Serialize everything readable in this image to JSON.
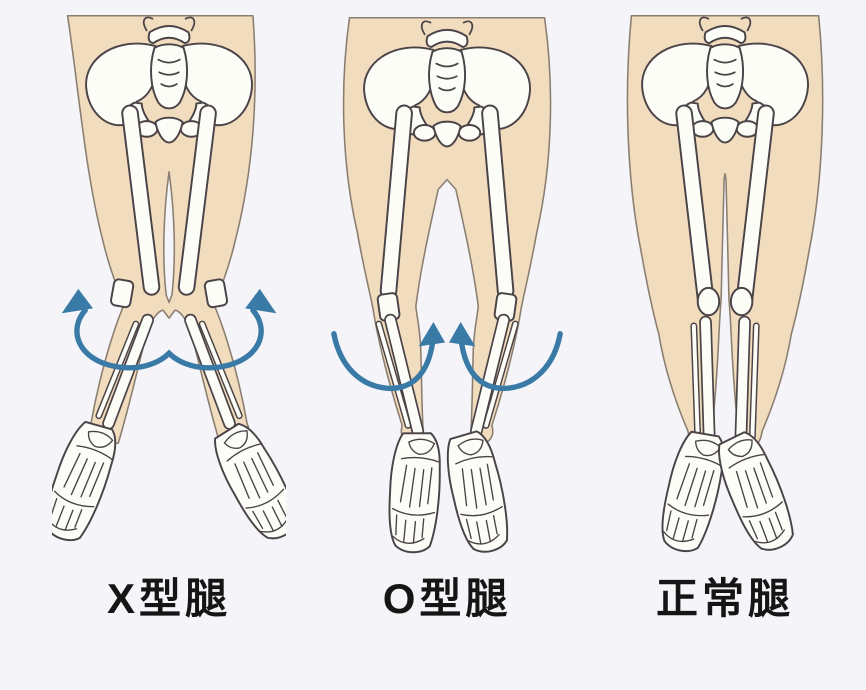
{
  "figures": [
    {
      "id": "x-legs",
      "label": "X型腿",
      "arrows_visible": true,
      "arrow_direction": "curving-outward-up"
    },
    {
      "id": "o-legs",
      "label": "O型腿",
      "arrows_visible": true,
      "arrow_direction": "curving-inward-up"
    },
    {
      "id": "normal-legs",
      "label": "正常腿",
      "arrows_visible": false,
      "arrow_direction": "none"
    }
  ],
  "colors": {
    "background": "#f4f4f9",
    "skin": "#f2dcbe",
    "bone": "#fdfdf8",
    "outline": "#4a4347",
    "arrow": "#3a7aa6",
    "label_text": "#151515"
  }
}
